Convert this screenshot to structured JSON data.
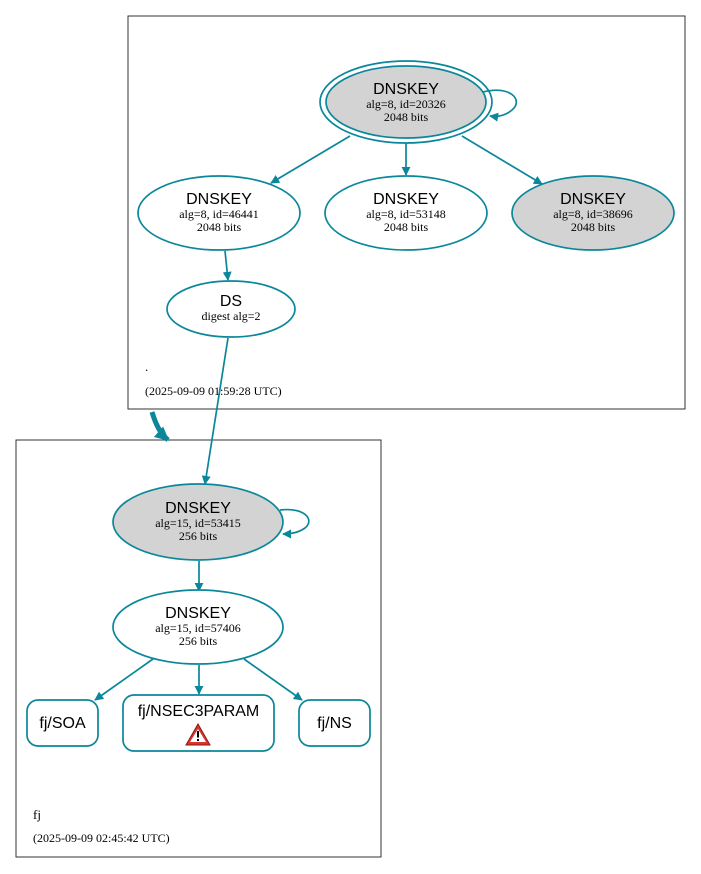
{
  "colors": {
    "edge": "#0a879a",
    "node_fill_sep": "#d3d3d3",
    "node_fill_default": "#ffffff",
    "zone_border": "#333333",
    "warning": "#d9342b"
  },
  "zones": {
    "root": {
      "name": ".",
      "timestamp": "(2025-09-09 01:59:28 UTC)"
    },
    "fj": {
      "name": "fj",
      "timestamp": "(2025-09-09 02:45:42 UTC)"
    }
  },
  "nodes": {
    "root_ksk": {
      "title": "DNSKEY",
      "line1": "alg=8, id=20326",
      "line2": "2048 bits"
    },
    "root_zsk1": {
      "title": "DNSKEY",
      "line1": "alg=8, id=46441",
      "line2": "2048 bits"
    },
    "root_zsk2": {
      "title": "DNSKEY",
      "line1": "alg=8, id=53148",
      "line2": "2048 bits"
    },
    "root_zsk3": {
      "title": "DNSKEY",
      "line1": "alg=8, id=38696",
      "line2": "2048 bits"
    },
    "ds": {
      "title": "DS",
      "line1": "digest alg=2"
    },
    "fj_ksk": {
      "title": "DNSKEY",
      "line1": "alg=15, id=53415",
      "line2": "256 bits"
    },
    "fj_zsk": {
      "title": "DNSKEY",
      "line1": "alg=15, id=57406",
      "line2": "256 bits"
    },
    "soa": {
      "title": "fj/SOA"
    },
    "nsec3param": {
      "title": "fj/NSEC3PARAM",
      "icon": "warning-icon"
    },
    "ns": {
      "title": "fj/NS"
    }
  }
}
